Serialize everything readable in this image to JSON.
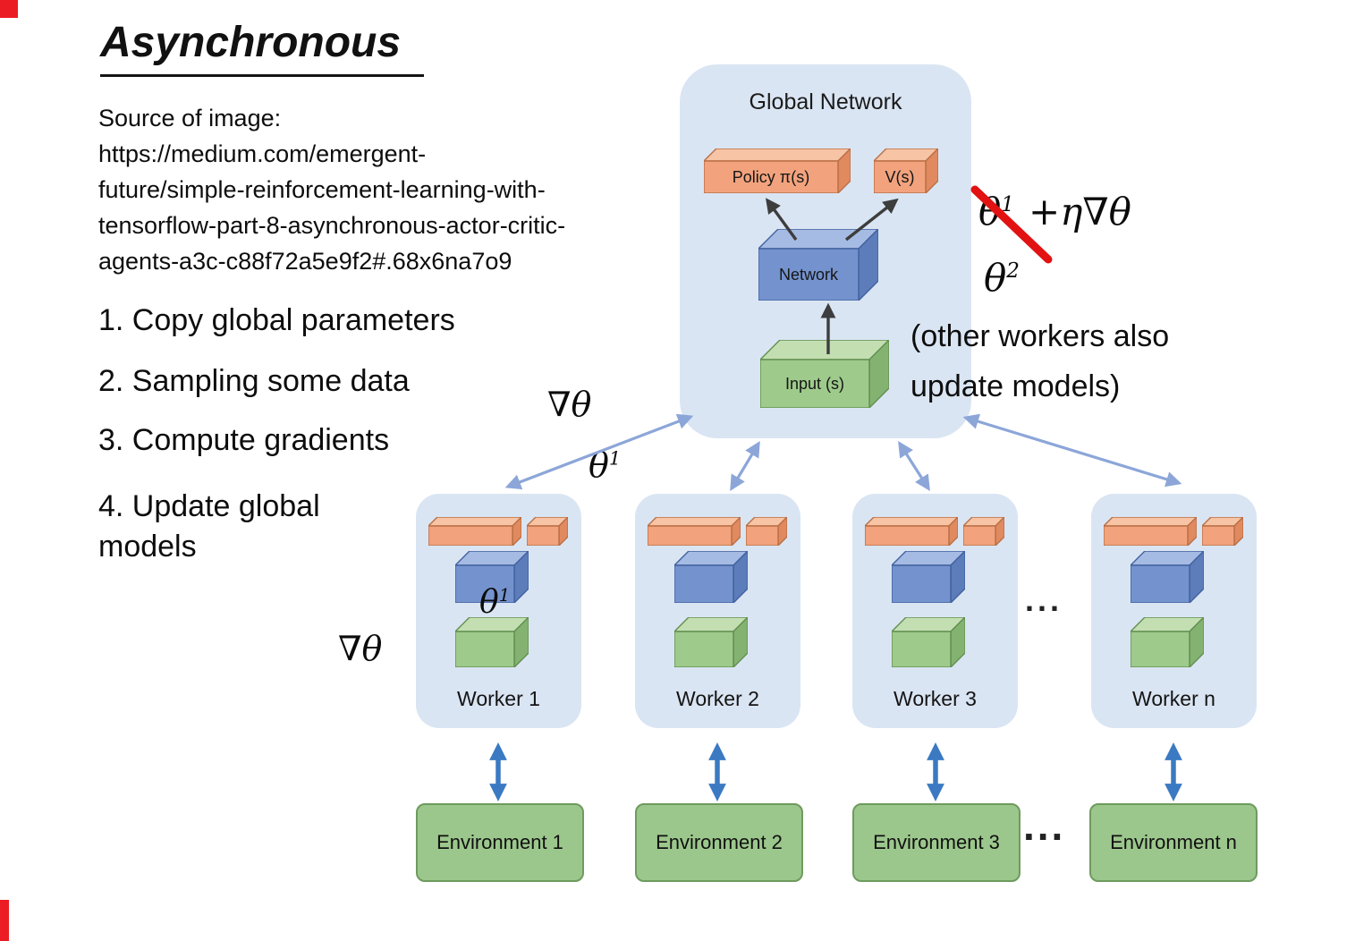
{
  "title": "Asynchronous",
  "source": {
    "lines": [
      "Source of image:",
      "https://medium.com/emergent-",
      "future/simple-reinforcement-learning-with-",
      "tensorflow-part-8-asynchronous-actor-critic-",
      "agents-a3c-c88f72a5e9f2#.68x6na7o9"
    ]
  },
  "steps": [
    "1. Copy global parameters",
    "2. Sampling some data",
    "3. Compute gradients",
    "4. Update global models"
  ],
  "global_network": {
    "title": "Global Network",
    "policy": "Policy π(s)",
    "value": "V(s)",
    "network": "Network",
    "input": "Input (s)"
  },
  "workers": {
    "labels": [
      "Worker 1",
      "Worker 2",
      "Worker 3",
      "Worker n"
    ],
    "ellipsis": "..."
  },
  "environments": {
    "labels": [
      "Environment 1",
      "Environment 2",
      "Environment 3",
      "Environment n"
    ],
    "ellipsis": "..."
  },
  "annotations": {
    "update_lhs_base": "θ",
    "update_lhs_sup": "1",
    "update_rhs": "+η∇θ",
    "theta2_base": "θ",
    "theta2_sup": "2",
    "note_line1": "(other workers also",
    "note_line2": "update models)",
    "grad_to_global": "∇θ",
    "theta_to_worker_base": "θ",
    "theta_to_worker_sup": "1",
    "theta_worker1_base": "θ",
    "theta_worker1_sup": "1",
    "grad_worker1": "∇θ"
  },
  "colors": {
    "container_fill": "#DAE5F3",
    "env_fill": "#9CC78C",
    "env_edge": "#6E9B5E",
    "arrow_light": "#8CA6D8",
    "arrow_dark": "#3D3D3D",
    "arrow_blue": "#3B7AC2",
    "slash_red": "#E21212",
    "cube_schemes": {
      "orange": {
        "face": "#F2A37E",
        "top": "#F7C4A5",
        "side": "#E18A5F",
        "edge": "#B96F45"
      },
      "blue": {
        "face": "#7493CE",
        "top": "#A6BBE3",
        "side": "#5C7CBA",
        "edge": "#41619F"
      },
      "green": {
        "face": "#9ECA8C",
        "top": "#C3DFB2",
        "side": "#84B371",
        "edge": "#618F4F"
      }
    }
  }
}
